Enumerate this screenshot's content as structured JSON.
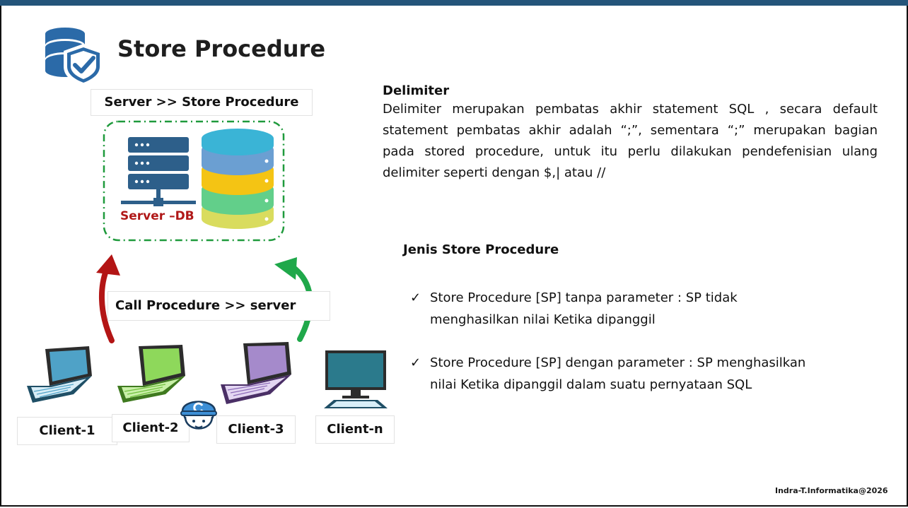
{
  "title": "Store Procedure",
  "server_label": "Server >> Store Procedure",
  "server_db_label": "Server –DB",
  "call_label": "Call Procedure  >>  server",
  "clients": [
    "Client-1",
    "Client-2",
    "Client-3",
    "Client-n"
  ],
  "delimiter": {
    "heading": "Delimiter",
    "text": "Delimiter merupakan pembatas akhir statement SQL , secara default statement pembatas akhir adalah “;”, sementara “;” merupakan bagian pada stored procedure, untuk itu perlu dilakukan pendefenisian ulang delimiter seperti dengan $,| atau //"
  },
  "jenis": {
    "heading": "Jenis Store Procedure",
    "check_glyph": "✓",
    "items": [
      "Store Procedure [SP] tanpa parameter : SP tidak menghasilkan nilai Ketika dipanggil",
      "Store Procedure [SP] dengan parameter : SP menghasilkan nilai Ketika dipanggil dalam suatu pernyataan SQL"
    ]
  },
  "footer": "Indra-T.Informatika@2026",
  "colors": {
    "top_bar": "#24547a",
    "logo_blue": "#2b6aa8",
    "server_blue": "#2d5f8a",
    "dashed_border": "#1f9a3c",
    "db_teal": "#3ab4d6",
    "db_blue": "#6b9fd2",
    "db_yellow": "#f4c414",
    "db_green": "#62cf8a",
    "db_lime": "#d9dc5e",
    "arrow_red": "#b31515",
    "arrow_green": "#1fa84a",
    "server_db_label": "#b01818"
  },
  "icons": [
    "database-shield-icon",
    "server-rack-icon",
    "database-icon",
    "laptop-icon",
    "monitor-icon",
    "user-avatar-icon"
  ]
}
